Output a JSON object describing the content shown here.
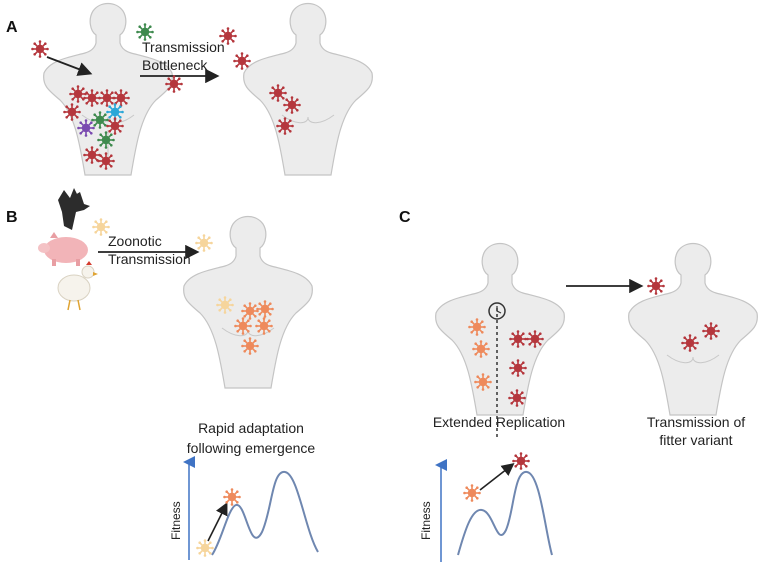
{
  "panels": {
    "a": {
      "label": "A",
      "arrow_caption_line1": "Transmission",
      "arrow_caption_line2": "Bottleneck"
    },
    "b": {
      "label": "B",
      "arrow_caption_line1": "Zoonotic",
      "arrow_caption_line2": "Transmission",
      "caption_line1": "Rapid adaptation",
      "caption_line2": "following emergence",
      "plot_ylabel": "Fitness"
    },
    "c": {
      "label": "C",
      "replication_caption": "Extended Replication",
      "caption_line1": "Transmission of",
      "caption_line2": "fitter variant",
      "plot_ylabel": "Fitness"
    }
  },
  "colors": {
    "virus_red": "#b5373d",
    "virus_green": "#3e8a4e",
    "virus_purple": "#7a4ab0",
    "virus_blue": "#2aa7d8",
    "virus_orange": "#ee8a5c",
    "virus_yellow": "#f6d59c",
    "fitness_curve": "#6f87b0",
    "axis_blue": "#3f73c4"
  },
  "icons": [
    "bat-icon",
    "pig-icon",
    "chicken-icon",
    "clock-cycle-icon"
  ]
}
